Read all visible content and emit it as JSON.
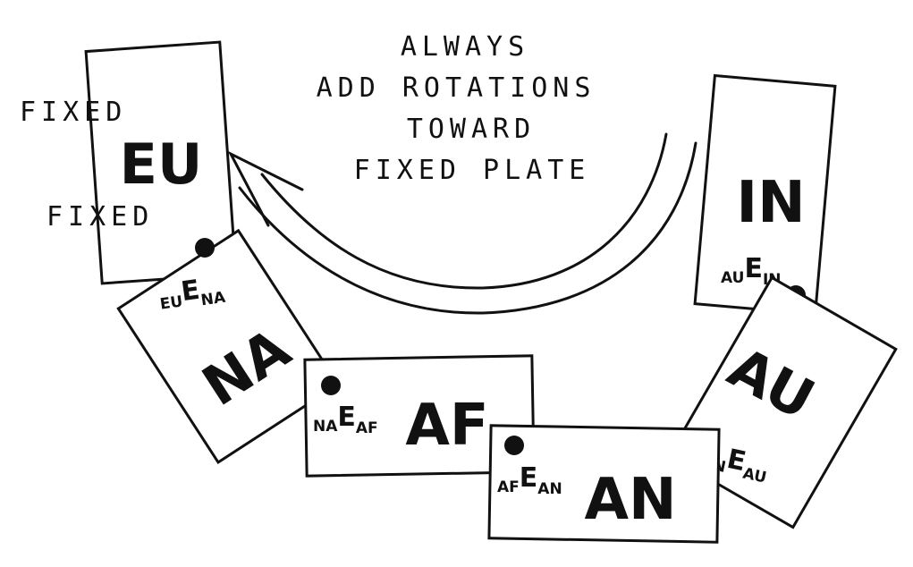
{
  "caption": [
    "ALWAYS",
    "ADD ROTATIONS",
    "TOWARD",
    "FIXED PLATE"
  ],
  "fixed_labels": [
    "FIXED",
    "FIXED"
  ],
  "plates": {
    "eu": "EU",
    "in": "IN",
    "na": "NA",
    "af": "AF",
    "an": "AN",
    "au": "AU"
  },
  "poles": {
    "eu_na": {
      "pre": "EU",
      "mid": "E",
      "post": "NA"
    },
    "na_af": {
      "pre": "NA",
      "mid": "E",
      "post": "AF"
    },
    "af_an": {
      "pre": "AF",
      "mid": "E",
      "post": "AN"
    },
    "an_au": {
      "pre": "AN",
      "mid": "E",
      "post": "AU"
    },
    "au_in": {
      "pre": "AU",
      "mid": "E",
      "post": "IN"
    }
  },
  "colors": {
    "ink": "#111111",
    "paper": "#ffffff"
  }
}
